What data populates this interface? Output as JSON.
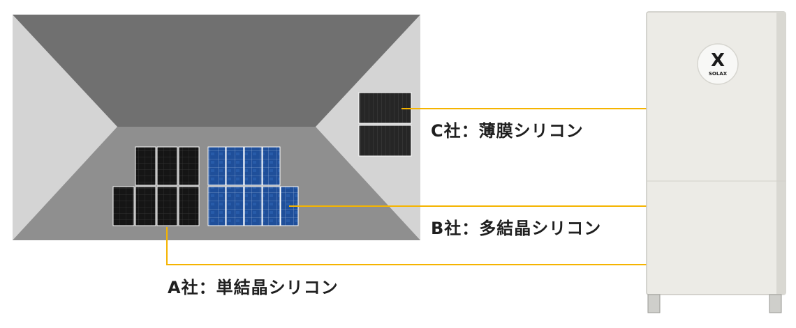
{
  "labels": {
    "c": "C社：薄膜シリコン",
    "b": "B社：多結晶シリコン",
    "a": "A社：単結晶シリコン"
  },
  "device": {
    "logo_mark": "X",
    "logo_text": "SOLAX",
    "color": "#ecebe6"
  },
  "colors": {
    "line": "#f5b400",
    "roof_top": "#707070",
    "roof_side": "#d4d4d4",
    "roof_front": "#8f8f8f",
    "mono_panel": "#141414",
    "poly_panel": "#1f4f9a",
    "thin_panel": "#262626"
  }
}
